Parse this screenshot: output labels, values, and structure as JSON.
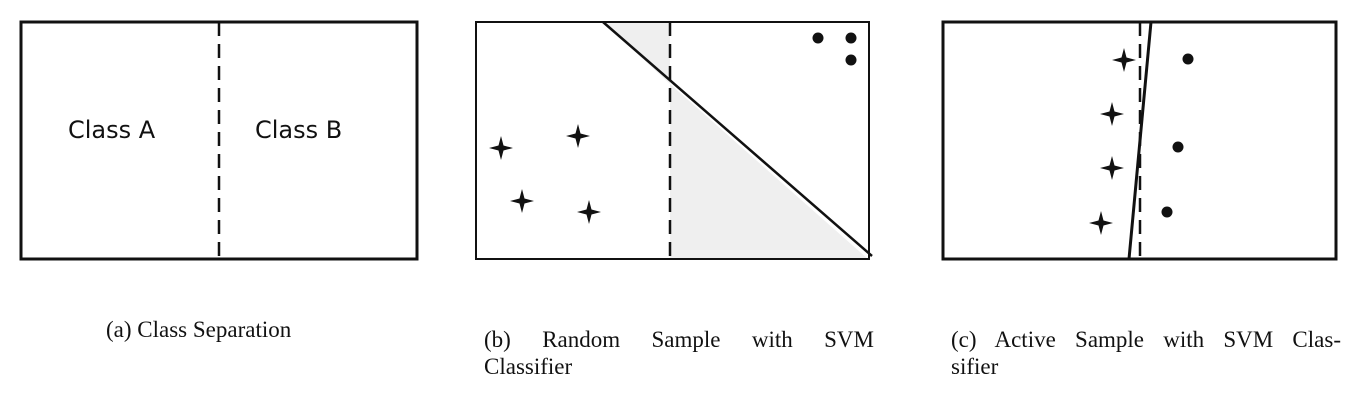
{
  "panels": [
    {
      "id": "a",
      "labels": {
        "left": "Class A",
        "right": "Class B"
      },
      "caption": "(a) Class Separation"
    },
    {
      "id": "b",
      "caption_line1": "(b) Random Sample with SVM",
      "caption_line2": "Classifier"
    },
    {
      "id": "c",
      "caption_line1": "(c) Active Sample with SVM Clas-",
      "caption_line2": "sifier"
    }
  ],
  "colors": {
    "stroke": "#111111",
    "shade": "#efefef"
  },
  "icons": [
    "four-point-star-icon",
    "dot-icon"
  ]
}
